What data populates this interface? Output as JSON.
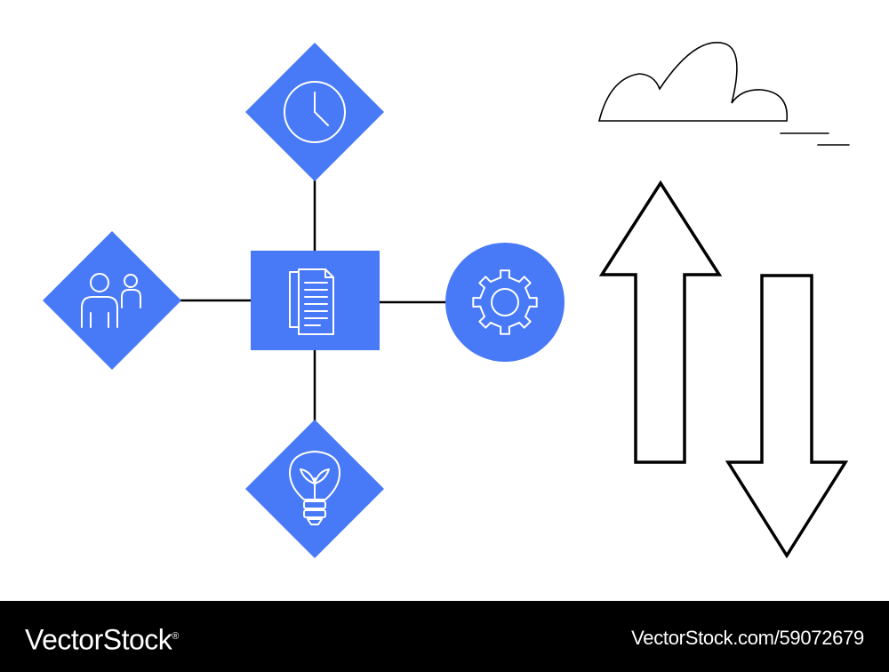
{
  "colors": {
    "background": "#ffffff",
    "accent_blue": "#4879f6",
    "connector": "#000000",
    "outline": "#000000",
    "icon_stroke": "#ffffff",
    "watermark_bar": "#000000",
    "watermark_text": "#ffffff"
  },
  "diagram": {
    "hub": {
      "shape": "square",
      "icon": "document-icon"
    },
    "nodes": [
      {
        "id": "top",
        "shape": "diamond",
        "icon": "clock-icon"
      },
      {
        "id": "left",
        "shape": "diamond",
        "icon": "users-icon"
      },
      {
        "id": "right",
        "shape": "circle",
        "icon": "gear-icon"
      },
      {
        "id": "bottom",
        "shape": "diamond",
        "icon": "lightbulb-icon"
      }
    ],
    "decorations": [
      "cloud-outline",
      "arrow-up-outline",
      "arrow-down-outline"
    ]
  },
  "watermark": {
    "brand": "VectorStock",
    "brand_mark": "®",
    "credit": "VectorStock.com/59072679"
  }
}
